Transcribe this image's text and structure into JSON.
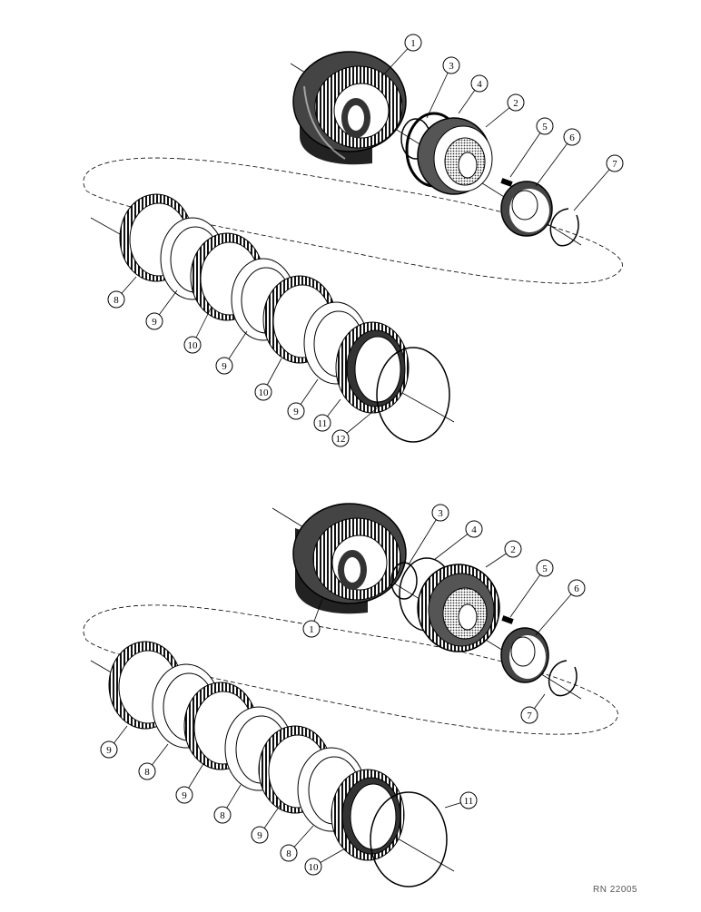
{
  "diagram": {
    "ref_number": "RN 22005",
    "top_assembly": {
      "callouts": [
        "1",
        "3",
        "4",
        "2",
        "5",
        "6",
        "7",
        "8",
        "9",
        "10",
        "9",
        "10",
        "9",
        "11",
        "12"
      ]
    },
    "bottom_assembly": {
      "callouts": [
        "3",
        "4",
        "2",
        "5",
        "6",
        "1",
        "7",
        "9",
        "8",
        "9",
        "8",
        "9",
        "8",
        "10",
        "11"
      ]
    }
  }
}
